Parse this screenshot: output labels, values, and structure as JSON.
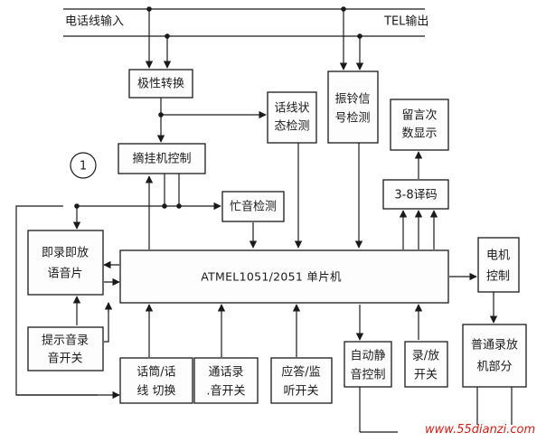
{
  "inputs": {
    "phone_line_in": "电话线输入",
    "tel_out": "TEL输出"
  },
  "circle_label": "1",
  "blocks": {
    "polarity": [
      "极性转换"
    ],
    "line_status": [
      "话线状",
      "态检测"
    ],
    "ring_detect": [
      "振铃信",
      "号检测"
    ],
    "msg_count": [
      "留言次",
      "数显示"
    ],
    "hook_control": [
      "摘挂机控制"
    ],
    "busy_detect": [
      "忙音检测"
    ],
    "decoder": [
      "3-8译码"
    ],
    "instant_record": [
      "即录即放",
      "语音片"
    ],
    "mcu": [
      "ATMEL1051/2051 单片机"
    ],
    "motor": [
      "电机",
      "控制"
    ],
    "prompt_switch": [
      "提示音录",
      "音开关"
    ],
    "handset_switch": [
      "话筒/话",
      "线 切换"
    ],
    "call_record": [
      "通话录",
      ".音开关"
    ],
    "answer_monitor": [
      "应答/监",
      "听开关"
    ],
    "auto_mute": [
      "自动静",
      "音控制"
    ],
    "rec_play": [
      "录/放",
      "开关"
    ],
    "tape_unit": [
      "普通录放",
      "机部分"
    ]
  },
  "watermark": "www.55dianzi.com"
}
